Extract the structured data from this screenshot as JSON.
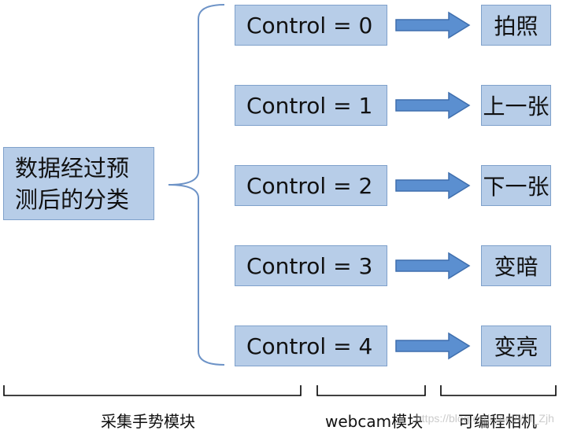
{
  "source": {
    "line1": "数据经过预",
    "line2": "测后的分类"
  },
  "controls": [
    {
      "control": "Control = 0",
      "action": "拍照"
    },
    {
      "control": "Control = 1",
      "action": "上一张"
    },
    {
      "control": "Control = 2",
      "action": "下一张"
    },
    {
      "control": "Control = 3",
      "action": "变暗"
    },
    {
      "control": "Control = 4",
      "action": "变亮"
    }
  ],
  "sections": {
    "gesture": "采集手势模块",
    "webcam": "webcam模块",
    "camera": "可编程相机"
  },
  "watermark": "https://blog.csdn.net/Wil_Zjh",
  "colors": {
    "box_fill": "#b7cde8",
    "box_border": "#7fa1cb",
    "arrow_fill": "#5b8fd0",
    "arrow_stroke": "#3f6fae",
    "brace": "#6d93c7"
  }
}
